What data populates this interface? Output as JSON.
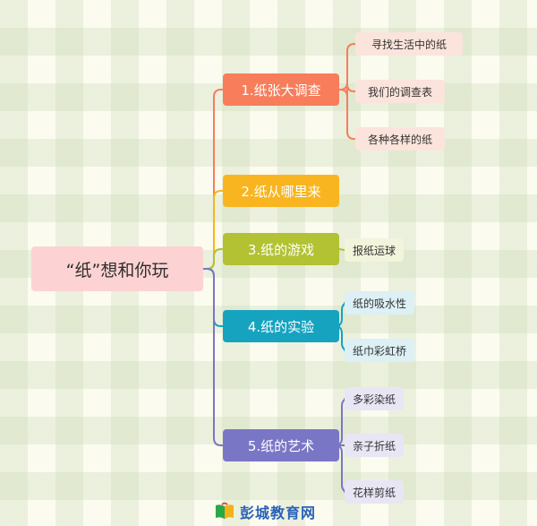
{
  "root": {
    "label": "“纸”想和你玩"
  },
  "colors": {
    "root_bg": "#fcd3d2",
    "root_line": "#6a6fb8"
  },
  "branches": [
    {
      "label": "1.纸张大调查",
      "color": "#f77d5b",
      "leaf_bg": "#fbe4dc",
      "leaves": [
        "寻找生活中的纸",
        "我们的调查表",
        "各种各样的纸"
      ]
    },
    {
      "label": "2.纸从哪里来",
      "color": "#f9b51f",
      "leaf_bg": "#fdf1d1",
      "leaves": []
    },
    {
      "label": "3.纸的游戏",
      "color": "#b2c232",
      "leaf_bg": "#f2f5dc",
      "leaves": [
        "报纸运球"
      ]
    },
    {
      "label": "4.纸的实验",
      "color": "#16a3c0",
      "leaf_bg": "#dcf0f5",
      "leaves": [
        "纸的吸水性",
        "纸巾彩虹桥"
      ]
    },
    {
      "label": "5.纸的艺术",
      "color": "#7a76c6",
      "leaf_bg": "#e8e6f5",
      "leaves": [
        "多彩染纸",
        "亲子折纸",
        "花样剪纸"
      ]
    }
  ],
  "watermark": {
    "text": "彭城教育网",
    "color": "#2a62b8",
    "icon": "open-book-icon"
  }
}
